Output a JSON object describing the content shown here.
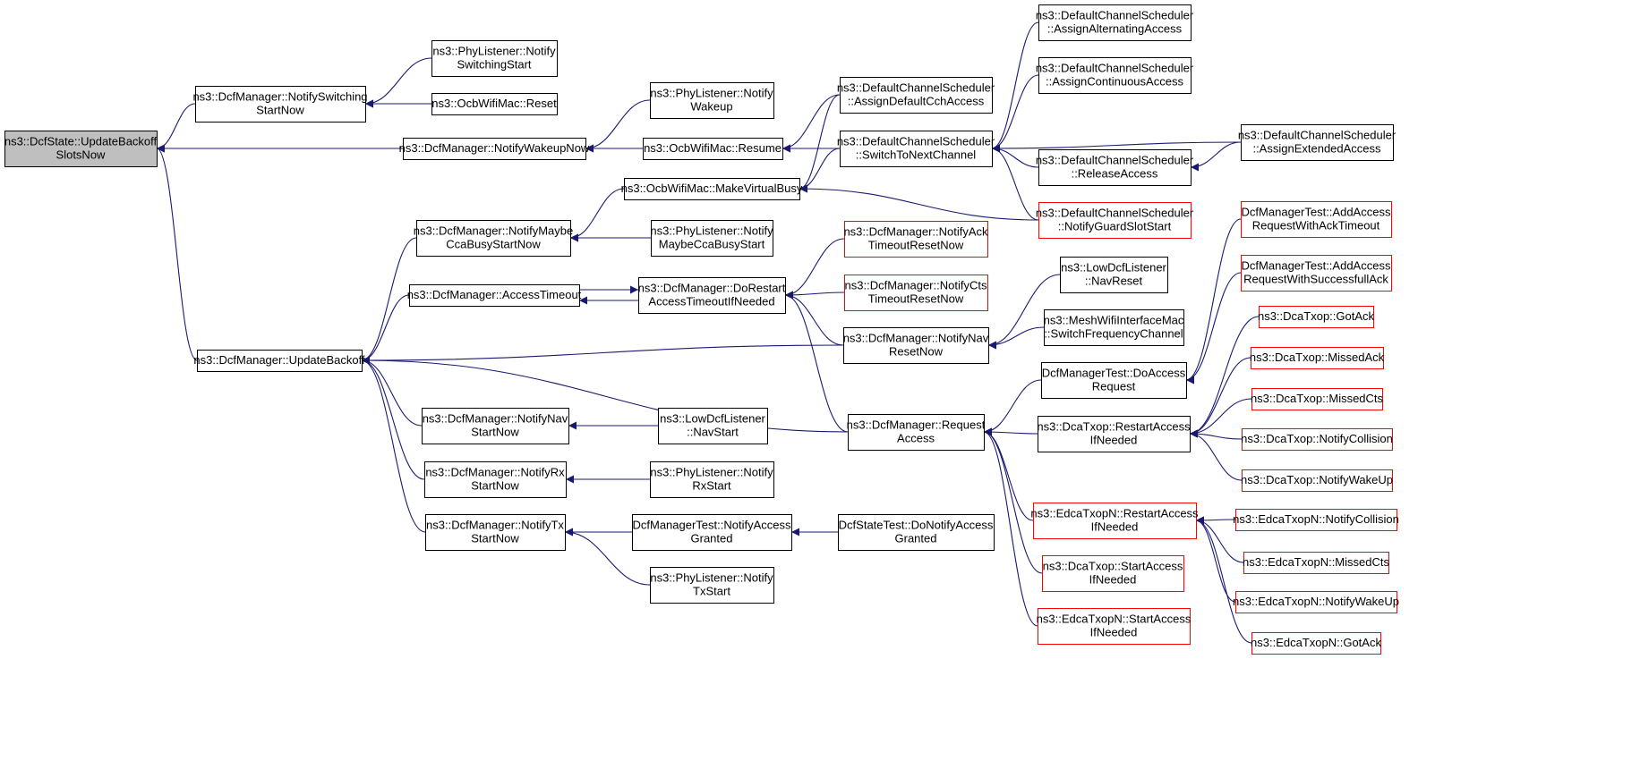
{
  "colors": {
    "edge": "#191970",
    "border_default": "#000000",
    "border_truncated": "#ff0000",
    "root_fill": "#bfbfbf",
    "node_fill": "#ffffff"
  },
  "nodes": [
    {
      "id": "root",
      "lines": [
        "ns3::DcfState::UpdateBackoff",
        "SlotsNow"
      ],
      "style": "root"
    },
    {
      "id": "notifySwitching",
      "lines": [
        "ns3::DcfManager::NotifySwitching",
        "StartNow"
      ],
      "style": "normal"
    },
    {
      "id": "phyNotifySwitching",
      "lines": [
        "ns3::PhyListener::Notify",
        "SwitchingStart"
      ],
      "style": "normal"
    },
    {
      "id": "ocbReset",
      "lines": [
        "ns3::OcbWifiMac::Reset"
      ],
      "style": "normal"
    },
    {
      "id": "notifyWakeupNow",
      "lines": [
        "ns3::DcfManager::NotifyWakeupNow"
      ],
      "style": "normal"
    },
    {
      "id": "phyNotifyWakeup",
      "lines": [
        "ns3::PhyListener::Notify",
        "Wakeup"
      ],
      "style": "normal"
    },
    {
      "id": "ocbResume",
      "lines": [
        "ns3::OcbWifiMac::Resume"
      ],
      "style": "normal"
    },
    {
      "id": "assignDefaultCch",
      "lines": [
        "ns3::DefaultChannelScheduler",
        "::AssignDefaultCchAccess"
      ],
      "style": "normal"
    },
    {
      "id": "switchToNext",
      "lines": [
        "ns3::DefaultChannelScheduler",
        "::SwitchToNextChannel"
      ],
      "style": "normal"
    },
    {
      "id": "assignAlternating",
      "lines": [
        "ns3::DefaultChannelScheduler",
        "::AssignAlternatingAccess"
      ],
      "style": "normal"
    },
    {
      "id": "assignContinuous",
      "lines": [
        "ns3::DefaultChannelScheduler",
        "::AssignContinuousAccess"
      ],
      "style": "normal"
    },
    {
      "id": "assignExtended",
      "lines": [
        "ns3::DefaultChannelScheduler",
        "::AssignExtendedAccess"
      ],
      "style": "normal"
    },
    {
      "id": "releaseAccess",
      "lines": [
        "ns3::DefaultChannelScheduler",
        "::ReleaseAccess"
      ],
      "style": "normal"
    },
    {
      "id": "notifyGuardSlot",
      "lines": [
        "ns3::DefaultChannelScheduler",
        "::NotifyGuardSlotStart"
      ],
      "style": "truncated"
    },
    {
      "id": "makeVirtualBusy",
      "lines": [
        "ns3::OcbWifiMac::MakeVirtualBusy"
      ],
      "style": "normal"
    },
    {
      "id": "notifyMaybeCca",
      "lines": [
        "ns3::DcfManager::NotifyMaybe",
        "CcaBusyStartNow"
      ],
      "style": "normal"
    },
    {
      "id": "phyNotifyMaybeCca",
      "lines": [
        "ns3::PhyListener::Notify",
        "MaybeCcaBusyStart"
      ],
      "style": "normal"
    },
    {
      "id": "accessTimeout",
      "lines": [
        "ns3::DcfManager::AccessTimeout"
      ],
      "style": "normal"
    },
    {
      "id": "doRestart",
      "lines": [
        "ns3::DcfManager::DoRestart",
        "AccessTimeoutIfNeeded"
      ],
      "style": "normal"
    },
    {
      "id": "notifyAckTimeout",
      "lines": [
        "ns3::DcfManager::NotifyAck",
        "TimeoutResetNow"
      ],
      "style": "truncated"
    },
    {
      "id": "notifyCtsTimeout",
      "lines": [
        "ns3::DcfManager::NotifyCts",
        "TimeoutResetNow"
      ],
      "style": "truncated"
    },
    {
      "id": "lowNavReset",
      "lines": [
        "ns3::LowDcfListener",
        "::NavReset"
      ],
      "style": "normal"
    },
    {
      "id": "meshSwitchFreq",
      "lines": [
        "ns3::MeshWifiInterfaceMac",
        "::SwitchFrequencyChannel"
      ],
      "style": "normal"
    },
    {
      "id": "notifyNavReset",
      "lines": [
        "ns3::DcfManager::NotifyNav",
        "ResetNow"
      ],
      "style": "normal"
    },
    {
      "id": "updateBackoff",
      "lines": [
        "ns3::DcfManager::UpdateBackoff"
      ],
      "style": "normal"
    },
    {
      "id": "notifyNavStart",
      "lines": [
        "ns3::DcfManager::NotifyNav",
        "StartNow"
      ],
      "style": "normal"
    },
    {
      "id": "lowNavStart",
      "lines": [
        "ns3::LowDcfListener",
        "::NavStart"
      ],
      "style": "normal"
    },
    {
      "id": "notifyRxStart",
      "lines": [
        "ns3::DcfManager::NotifyRx",
        "StartNow"
      ],
      "style": "normal"
    },
    {
      "id": "phyNotifyRx",
      "lines": [
        "ns3::PhyListener::Notify",
        "RxStart"
      ],
      "style": "normal"
    },
    {
      "id": "notifyTxStart",
      "lines": [
        "ns3::DcfManager::NotifyTx",
        "StartNow"
      ],
      "style": "normal"
    },
    {
      "id": "dcfTestNotifyGranted",
      "lines": [
        "DcfManagerTest::NotifyAccess",
        "Granted"
      ],
      "style": "normal"
    },
    {
      "id": "dcfStateTestGranted",
      "lines": [
        "DcfStateTest::DoNotifyAccess",
        "Granted"
      ],
      "style": "normal"
    },
    {
      "id": "phyNotifyTx",
      "lines": [
        "ns3::PhyListener::Notify",
        "TxStart"
      ],
      "style": "normal"
    },
    {
      "id": "requestAccess",
      "lines": [
        "ns3::DcfManager::Request",
        "Access"
      ],
      "style": "normal"
    },
    {
      "id": "dcfTestDoAccess",
      "lines": [
        "DcfManagerTest::DoAccess",
        "Request"
      ],
      "style": "normal"
    },
    {
      "id": "dcaRestart",
      "lines": [
        "ns3::DcaTxop::RestartAccess",
        "IfNeeded"
      ],
      "style": "normal"
    },
    {
      "id": "edcaRestart",
      "lines": [
        "ns3::EdcaTxopN::RestartAccess",
        "IfNeeded"
      ],
      "style": "truncated"
    },
    {
      "id": "dcaStartAccess",
      "lines": [
        "ns3::DcaTxop::StartAccess",
        "IfNeeded"
      ],
      "style": "truncated"
    },
    {
      "id": "edcaStartAccess",
      "lines": [
        "ns3::EdcaTxopN::StartAccess",
        "IfNeeded"
      ],
      "style": "truncated"
    },
    {
      "id": "addAckTimeout",
      "lines": [
        "DcfManagerTest::AddAccess",
        "RequestWithAckTimeout"
      ],
      "style": "truncated"
    },
    {
      "id": "addSuccessful",
      "lines": [
        "DcfManagerTest::AddAccess",
        "RequestWithSuccessfullAck"
      ],
      "style": "truncated"
    },
    {
      "id": "dcaGotAck",
      "lines": [
        "ns3::DcaTxop::GotAck"
      ],
      "style": "truncated"
    },
    {
      "id": "dcaMissedAck",
      "lines": [
        "ns3::DcaTxop::MissedAck"
      ],
      "style": "truncated"
    },
    {
      "id": "dcaMissedCts",
      "lines": [
        "ns3::DcaTxop::MissedCts"
      ],
      "style": "truncated"
    },
    {
      "id": "dcaNotifyCollision",
      "lines": [
        "ns3::DcaTxop::NotifyCollision"
      ],
      "style": "truncated"
    },
    {
      "id": "dcaNotifyWakeUp",
      "lines": [
        "ns3::DcaTxop::NotifyWakeUp"
      ],
      "style": "truncated"
    },
    {
      "id": "edcaNotifyCollision",
      "lines": [
        "ns3::EdcaTxopN::NotifyCollision"
      ],
      "style": "truncated"
    },
    {
      "id": "edcaMissedCts",
      "lines": [
        "ns3::EdcaTxopN::MissedCts"
      ],
      "style": "truncated"
    },
    {
      "id": "edcaNotifyWakeUp",
      "lines": [
        "ns3::EdcaTxopN::NotifyWakeUp"
      ],
      "style": "truncated"
    },
    {
      "id": "edcaGotAck",
      "lines": [
        "ns3::EdcaTxopN::GotAck"
      ],
      "style": "truncated"
    }
  ],
  "edges": [
    {
      "from": "notifySwitching",
      "to": "root"
    },
    {
      "from": "notifyWakeupNow",
      "to": "root"
    },
    {
      "from": "updateBackoff",
      "to": "root"
    },
    {
      "from": "phyNotifySwitching",
      "to": "notifySwitching"
    },
    {
      "from": "ocbReset",
      "to": "notifySwitching"
    },
    {
      "from": "phyNotifyWakeup",
      "to": "notifyWakeupNow"
    },
    {
      "from": "ocbResume",
      "to": "notifyWakeupNow"
    },
    {
      "from": "assignDefaultCch",
      "to": "ocbResume"
    },
    {
      "from": "switchToNext",
      "to": "ocbResume"
    },
    {
      "from": "assignDefaultCch",
      "to": "makeVirtualBusy"
    },
    {
      "from": "switchToNext",
      "to": "makeVirtualBusy"
    },
    {
      "from": "notifyGuardSlot",
      "to": "makeVirtualBusy"
    },
    {
      "from": "assignAlternating",
      "to": "switchToNext"
    },
    {
      "from": "assignContinuous",
      "to": "switchToNext"
    },
    {
      "from": "assignExtended",
      "to": "switchToNext"
    },
    {
      "from": "releaseAccess",
      "to": "switchToNext"
    },
    {
      "from": "notifyGuardSlot",
      "to": "switchToNext"
    },
    {
      "from": "assignExtended",
      "to": "releaseAccess"
    },
    {
      "from": "makeVirtualBusy",
      "to": "notifyMaybeCca"
    },
    {
      "from": "phyNotifyMaybeCca",
      "to": "notifyMaybeCca"
    },
    {
      "from": "notifyMaybeCca",
      "to": "updateBackoff"
    },
    {
      "from": "accessTimeout",
      "to": "updateBackoff"
    },
    {
      "from": "notifyNavReset",
      "to": "updateBackoff"
    },
    {
      "from": "requestAccess",
      "to": "updateBackoff"
    },
    {
      "from": "notifyNavStart",
      "to": "updateBackoff"
    },
    {
      "from": "notifyRxStart",
      "to": "updateBackoff"
    },
    {
      "from": "notifyTxStart",
      "to": "updateBackoff"
    },
    {
      "from": "doRestart",
      "to": "accessTimeout"
    },
    {
      "from": "accessTimeout",
      "to": "doRestart"
    },
    {
      "from": "notifyAckTimeout",
      "to": "doRestart"
    },
    {
      "from": "notifyCtsTimeout",
      "to": "doRestart"
    },
    {
      "from": "notifyNavReset",
      "to": "doRestart"
    },
    {
      "from": "requestAccess",
      "to": "doRestart"
    },
    {
      "from": "lowNavReset",
      "to": "notifyNavReset"
    },
    {
      "from": "meshSwitchFreq",
      "to": "notifyNavReset"
    },
    {
      "from": "lowNavStart",
      "to": "notifyNavStart"
    },
    {
      "from": "phyNotifyRx",
      "to": "notifyRxStart"
    },
    {
      "from": "dcfTestNotifyGranted",
      "to": "notifyTxStart"
    },
    {
      "from": "phyNotifyTx",
      "to": "notifyTxStart"
    },
    {
      "from": "dcfStateTestGranted",
      "to": "dcfTestNotifyGranted"
    },
    {
      "from": "dcfTestDoAccess",
      "to": "requestAccess"
    },
    {
      "from": "dcaRestart",
      "to": "requestAccess"
    },
    {
      "from": "edcaRestart",
      "to": "requestAccess"
    },
    {
      "from": "dcaStartAccess",
      "to": "requestAccess"
    },
    {
      "from": "edcaStartAccess",
      "to": "requestAccess"
    },
    {
      "from": "addAckTimeout",
      "to": "dcfTestDoAccess"
    },
    {
      "from": "addSuccessful",
      "to": "dcfTestDoAccess"
    },
    {
      "from": "dcaGotAck",
      "to": "dcaRestart"
    },
    {
      "from": "dcaMissedAck",
      "to": "dcaRestart"
    },
    {
      "from": "dcaMissedCts",
      "to": "dcaRestart"
    },
    {
      "from": "dcaNotifyCollision",
      "to": "dcaRestart"
    },
    {
      "from": "dcaNotifyWakeUp",
      "to": "dcaRestart"
    },
    {
      "from": "edcaNotifyCollision",
      "to": "edcaRestart"
    },
    {
      "from": "edcaMissedCts",
      "to": "edcaRestart"
    },
    {
      "from": "edcaNotifyWakeUp",
      "to": "edcaRestart"
    },
    {
      "from": "edcaGotAck",
      "to": "edcaRestart"
    }
  ]
}
